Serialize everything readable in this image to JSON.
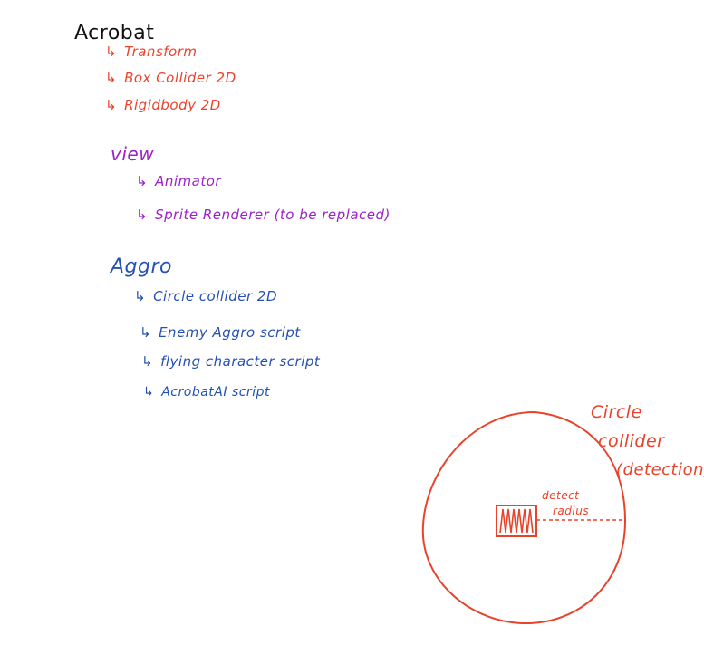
{
  "colors": {
    "black": "#111111",
    "red": "#e8432b",
    "purple": "#9a22c9",
    "blue": "#2451b3"
  },
  "arrow_glyph": "↳",
  "groups": {
    "acrobat": {
      "title": "Acrobat",
      "items": [
        "Transform",
        "Box Collider 2D",
        "Rigidbody 2D"
      ]
    },
    "view": {
      "title": "view",
      "items": [
        "Animator",
        "Sprite Renderer (to be replaced)"
      ]
    },
    "aggro": {
      "title": "Aggro",
      "items": [
        "Circle collider 2D",
        "Enemy Aggro script",
        "flying character script",
        "AcrobatAI script"
      ]
    }
  },
  "diagram": {
    "circle_label": [
      "Circle",
      "collider",
      "(detection)"
    ],
    "radius_label": [
      "detect",
      "radius"
    ]
  }
}
